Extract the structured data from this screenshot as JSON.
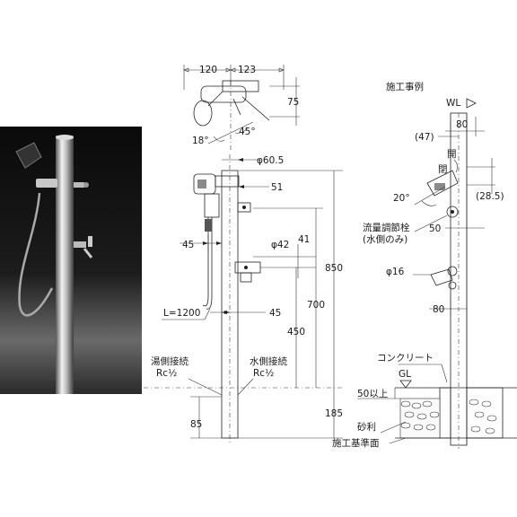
{
  "left_view": {
    "top_dims": {
      "left": "120",
      "right": "123",
      "depth": "75"
    },
    "angles": {
      "angle_left": "18°",
      "angle_right": "45°"
    },
    "pipe_diameter": "φ60.5",
    "upper_offset": "51",
    "lower_diameter": "φ42",
    "lower_offset_a": "41",
    "offset_45_top": "45",
    "offset_45_bottom": "45",
    "hose_length": "L=1200",
    "height_850": "850",
    "height_700": "700",
    "height_450": "450",
    "hot_connection": "湯側接続",
    "hot_thread": "Rc½",
    "cold_connection": "水側接続",
    "cold_thread": "Rc½",
    "base_85": "85",
    "base_185": "185"
  },
  "right_view": {
    "title": "施工事例",
    "wl": "WL",
    "width_80_top": "80",
    "dim_47": "(47)",
    "open_label_1": "開",
    "open_label_2": "閉",
    "dim_28_5": "(28.5)",
    "angle_20": "20°",
    "valve_label_1": "流量調節栓",
    "valve_label_2": "(水側のみ)",
    "dim_50_mid": "50",
    "diameter_16": "φ16",
    "width_80_bottom": "80",
    "concrete": "コンクリート",
    "gl": "GL",
    "depth_50": "50以上",
    "gravel": "砂利",
    "base_surface": "施工基準面"
  }
}
